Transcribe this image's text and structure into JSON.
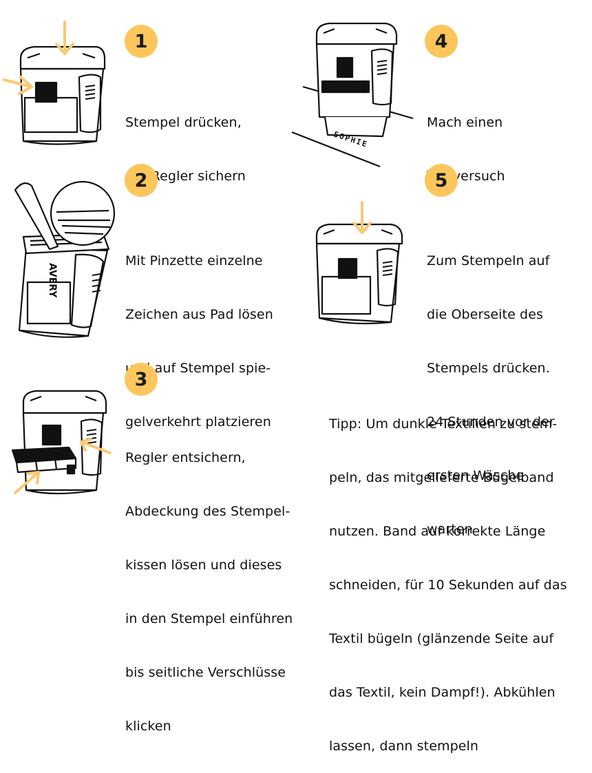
{
  "colors": {
    "accent": "#fcc65d",
    "arrow": "#f9c970",
    "ink": "#111111",
    "background": "#ffffff"
  },
  "steps": [
    {
      "number": "1",
      "lines": [
        "Stempel drücken,",
        "mit Regler sichern"
      ]
    },
    {
      "number": "2",
      "lines": [
        "Mit Pinzette einzelne",
        "Zeichen aus Pad lösen",
        "und auf Stempel spie-",
        "gelverkehrt platzieren"
      ]
    },
    {
      "number": "3",
      "lines": [
        "Regler entsichern,",
        "Abdeckung des Stempel-",
        "kissen lösen und dieses",
        "in den Stempel einführen",
        "bis seitliche Verschlüsse",
        "klicken"
      ]
    },
    {
      "number": "4",
      "lines": [
        "Mach einen",
        "Testversuch"
      ]
    },
    {
      "number": "5",
      "lines": [
        "Zum Stempeln auf",
        "die Oberseite des",
        "Stempels drücken.",
        "24 Stunden vor der",
        "ersten Wäsche",
        "warten"
      ]
    }
  ],
  "tip": {
    "lines": [
      "Tipp: Um dunkle Textilien zu stem-",
      "peln, das mitgelieferte Bügelband",
      "nutzen. Band auf korrekte Länge",
      "schneiden, für 10 Sekunden auf das",
      "Textil bügeln (glänzende Seite auf",
      "das Textil, kein Dampf!). Abkühlen",
      "lassen, dann stempeln"
    ]
  },
  "illustrations": {
    "stamp_imprint": "SOPHIE",
    "brand_on_stamp": "AVERY",
    "icons": [
      "stamp-press-lock-icon",
      "tweezers-stamp-icon",
      "stamp-ink-pad-icon",
      "stamp-test-icon",
      "stamp-press-icon"
    ]
  }
}
